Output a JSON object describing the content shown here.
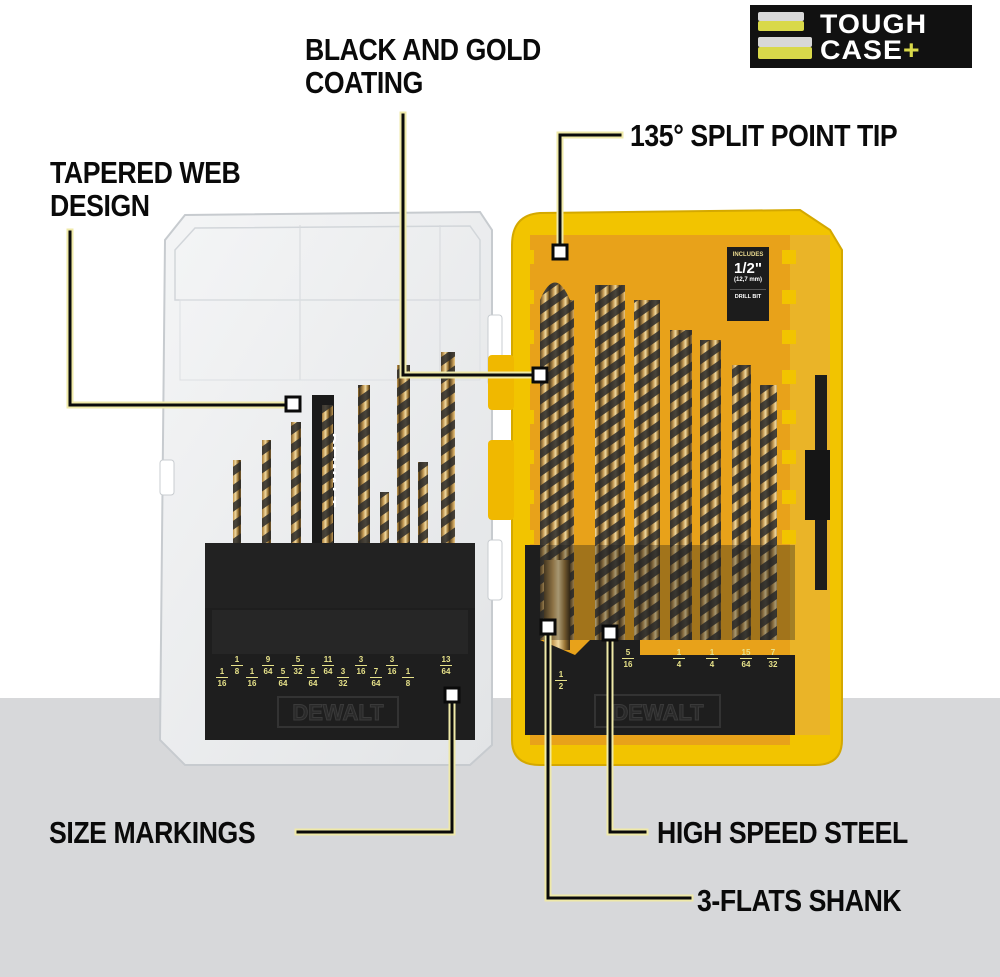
{
  "brand": {
    "logo_line1": "TOUGH",
    "logo_line2": "CASE",
    "logo_plus": "+",
    "case_brand": "DEWALT"
  },
  "callouts": [
    {
      "id": "black-and-gold",
      "line1": "BLACK AND GOLD",
      "line2": "COATING"
    },
    {
      "id": "split-point",
      "line1": "135° SPLIT POINT TIP"
    },
    {
      "id": "tapered-web",
      "line1": "TAPERED WEB",
      "line2": "DESIGN"
    },
    {
      "id": "size-markings",
      "line1": "SIZE MARKINGS"
    },
    {
      "id": "high-speed-steel",
      "line1": "HIGH SPEED STEEL"
    },
    {
      "id": "three-flats",
      "line1": "3-FLATS SHANK"
    }
  ],
  "includes_badge": {
    "top": "INCLUDES",
    "size": "1/2\"",
    "metric": "(12,7 mm)",
    "bottom": "DRILL BIT"
  },
  "left_case_sizes": [
    {
      "num": "1",
      "den": "16"
    },
    {
      "num": "1",
      "den": "8"
    },
    {
      "num": "1",
      "den": "16"
    },
    {
      "num": "9",
      "den": "64"
    },
    {
      "num": "5",
      "den": "64"
    },
    {
      "num": "5",
      "den": "32"
    },
    {
      "num": "5",
      "den": "64"
    },
    {
      "num": "11",
      "den": "64"
    },
    {
      "num": "3",
      "den": "32"
    },
    {
      "num": "3",
      "den": "16"
    },
    {
      "num": "7",
      "den": "64"
    },
    {
      "num": "3",
      "den": "16"
    },
    {
      "num": "1",
      "den": "8"
    },
    {
      "num": "13",
      "den": "64"
    }
  ],
  "right_case_sizes": [
    {
      "num": "1",
      "den": "2"
    },
    {
      "num": "5",
      "den": "16"
    },
    {
      "num": "1",
      "den": "4"
    },
    {
      "num": "1",
      "den": "4"
    },
    {
      "num": "15",
      "den": "64"
    },
    {
      "num": "7",
      "den": "32"
    }
  ],
  "colors": {
    "case_yellow": "#f2c400",
    "case_inner": "#e8a21a",
    "holder_black": "#1e1e1e",
    "size_text": "#e8e38a",
    "callout_line": "#0a0a0a",
    "callout_glow": "#efe9a8",
    "band_gray": "#d7d8da"
  }
}
